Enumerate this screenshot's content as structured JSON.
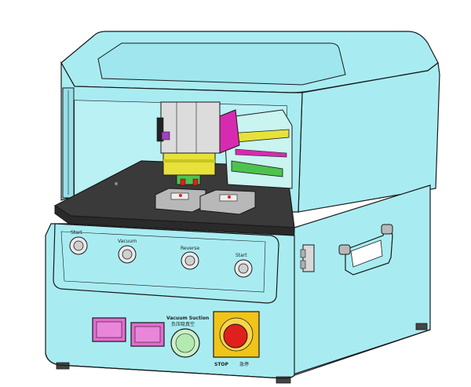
{
  "panel": {
    "buttons": [
      {
        "label": "Start"
      },
      {
        "label": "Vacuum"
      },
      {
        "label": "Reverse"
      },
      {
        "label": "Start"
      }
    ]
  },
  "front": {
    "vacuum_label": "Vacuum Suction",
    "vacuum_sub": "负压吸真空",
    "estop_label": "STOP",
    "estop_sub": "急停"
  },
  "colors": {
    "body": "#a8ecf2",
    "body_dark": "#7fd3dc",
    "outline": "#1a1a1a",
    "table": "#3a3a3a",
    "pink_button": "#e46bd0",
    "green_button": "#c9f2c8",
    "estop_red": "#e0201c",
    "estop_ring": "#f0c418",
    "magenta": "#d62bb0",
    "yellow": "#e6e23a",
    "green_jig": "#4ec24e"
  }
}
